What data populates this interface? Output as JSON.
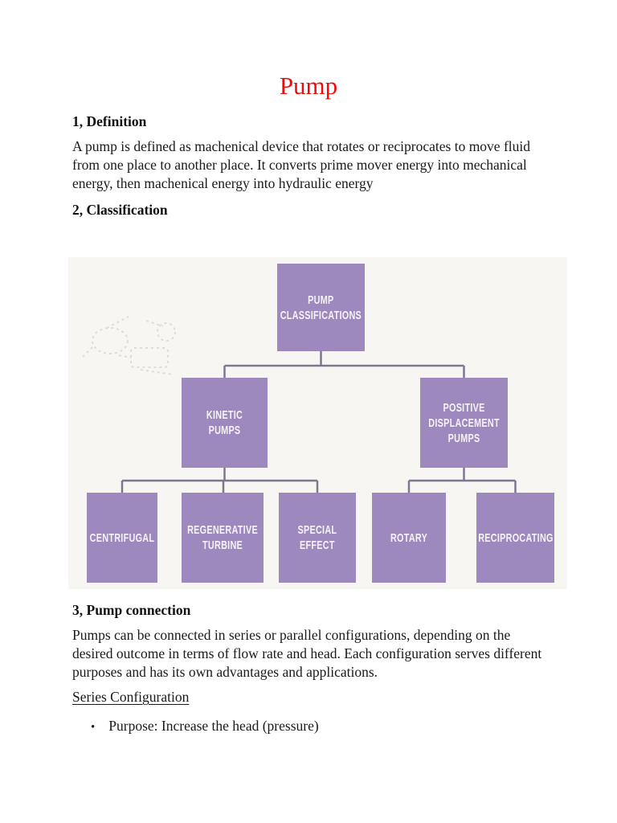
{
  "content": {
    "title": "Pump",
    "h1": "1, Definition",
    "p1": "A pump is defined as machenical device that rotates or reciprocates to move fluid from one place to another place. It converts prime mover energy into mechanical energy, then machenical energy into hydraulic energy",
    "h2": "2, Classification",
    "h3": "3, Pump connection",
    "p3": "Pumps can be connected in series or parallel configurations, depending on the desired outcome in terms of flow rate and head. Each configuration serves different purposes and has its own advantages and applications.",
    "sub": "Series Configuration",
    "bullet_glyph": "•",
    "bullet1": "Purpose: Increase the head (pressure)"
  },
  "colors": {
    "title_red": "#f70808",
    "box_purple": "#9d89be",
    "box_text": "#f6f2f8",
    "connector_line": "#80778e",
    "diagram_background": "#f7f6f3",
    "page_background": "#ffffff"
  },
  "diagram": {
    "root": {
      "label": "PUMP\nCLASSIFICATIONS"
    },
    "level2": [
      {
        "label": "KINETIC PUMPS"
      },
      {
        "label": "POSITIVE\nDISPLACEMENT\nPUMPS"
      }
    ],
    "level3": [
      {
        "label": "CENTRIFUGAL"
      },
      {
        "label": "REGENERATIVE\nTURBINE"
      },
      {
        "label": "SPECIAL\nEFFECT"
      },
      {
        "label": "ROTARY"
      },
      {
        "label": "RECIPROCATING"
      }
    ]
  }
}
